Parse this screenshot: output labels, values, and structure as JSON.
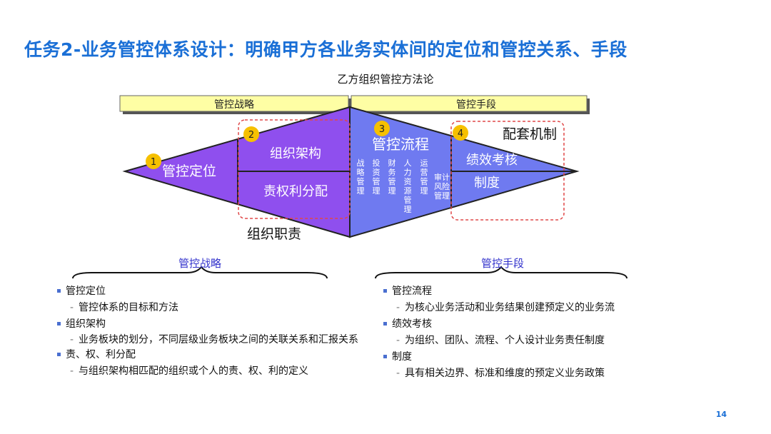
{
  "title": "任务2-业务管控体系设计：明确甲方各业务实体间的定位和管控关系、手段",
  "subtitle": "乙方组织管控方法论",
  "diagram": {
    "bar_left": "管控战略",
    "bar_right": "管控手段",
    "badges": [
      "1",
      "2",
      "3",
      "4"
    ],
    "label_dingwei": "管控定位",
    "label_zuzhi": "组织架构",
    "label_zequan": "责权利分配",
    "label_liucheng": "管控流程",
    "process_cols": [
      "战略管理",
      "投资管理",
      "财务管理",
      "人力资源管理",
      "运营管理",
      "审计风险管理"
    ],
    "label_jixiao": "绩效考核",
    "label_zhidu": "制度",
    "label_peitao": "配套机制",
    "label_zhize": "组织职责"
  },
  "left_section": {
    "heading": "管控战略",
    "items": [
      {
        "title": "管控定位",
        "desc": "管控体系的目标和方法"
      },
      {
        "title": "组织架构",
        "desc": "业务板块的划分，不同层级业务板块之间的关联关系和汇报关系"
      },
      {
        "title": "责、权、利分配",
        "desc": "与组织架构相匹配的组织或个人的责、权、利的定义"
      }
    ]
  },
  "right_section": {
    "heading": "管控手段",
    "items": [
      {
        "title": "管控流程",
        "desc": "为核心业务活动和业务结果创建预定义的业务流"
      },
      {
        "title": "绩效考核",
        "desc": "为组织、团队、流程、个人设计业务责任制度"
      },
      {
        "title": "制度",
        "desc": "具有相关边界、标准和维度的预定义业务政策"
      }
    ]
  },
  "page_number": "14",
  "colors": {
    "title": "#1a6fd6",
    "left_diamond": "#8f4fee",
    "right_diamond": "#6f7af0",
    "bar": "#fefea4",
    "badge": "#f6c000",
    "dashed": "#e04848"
  }
}
